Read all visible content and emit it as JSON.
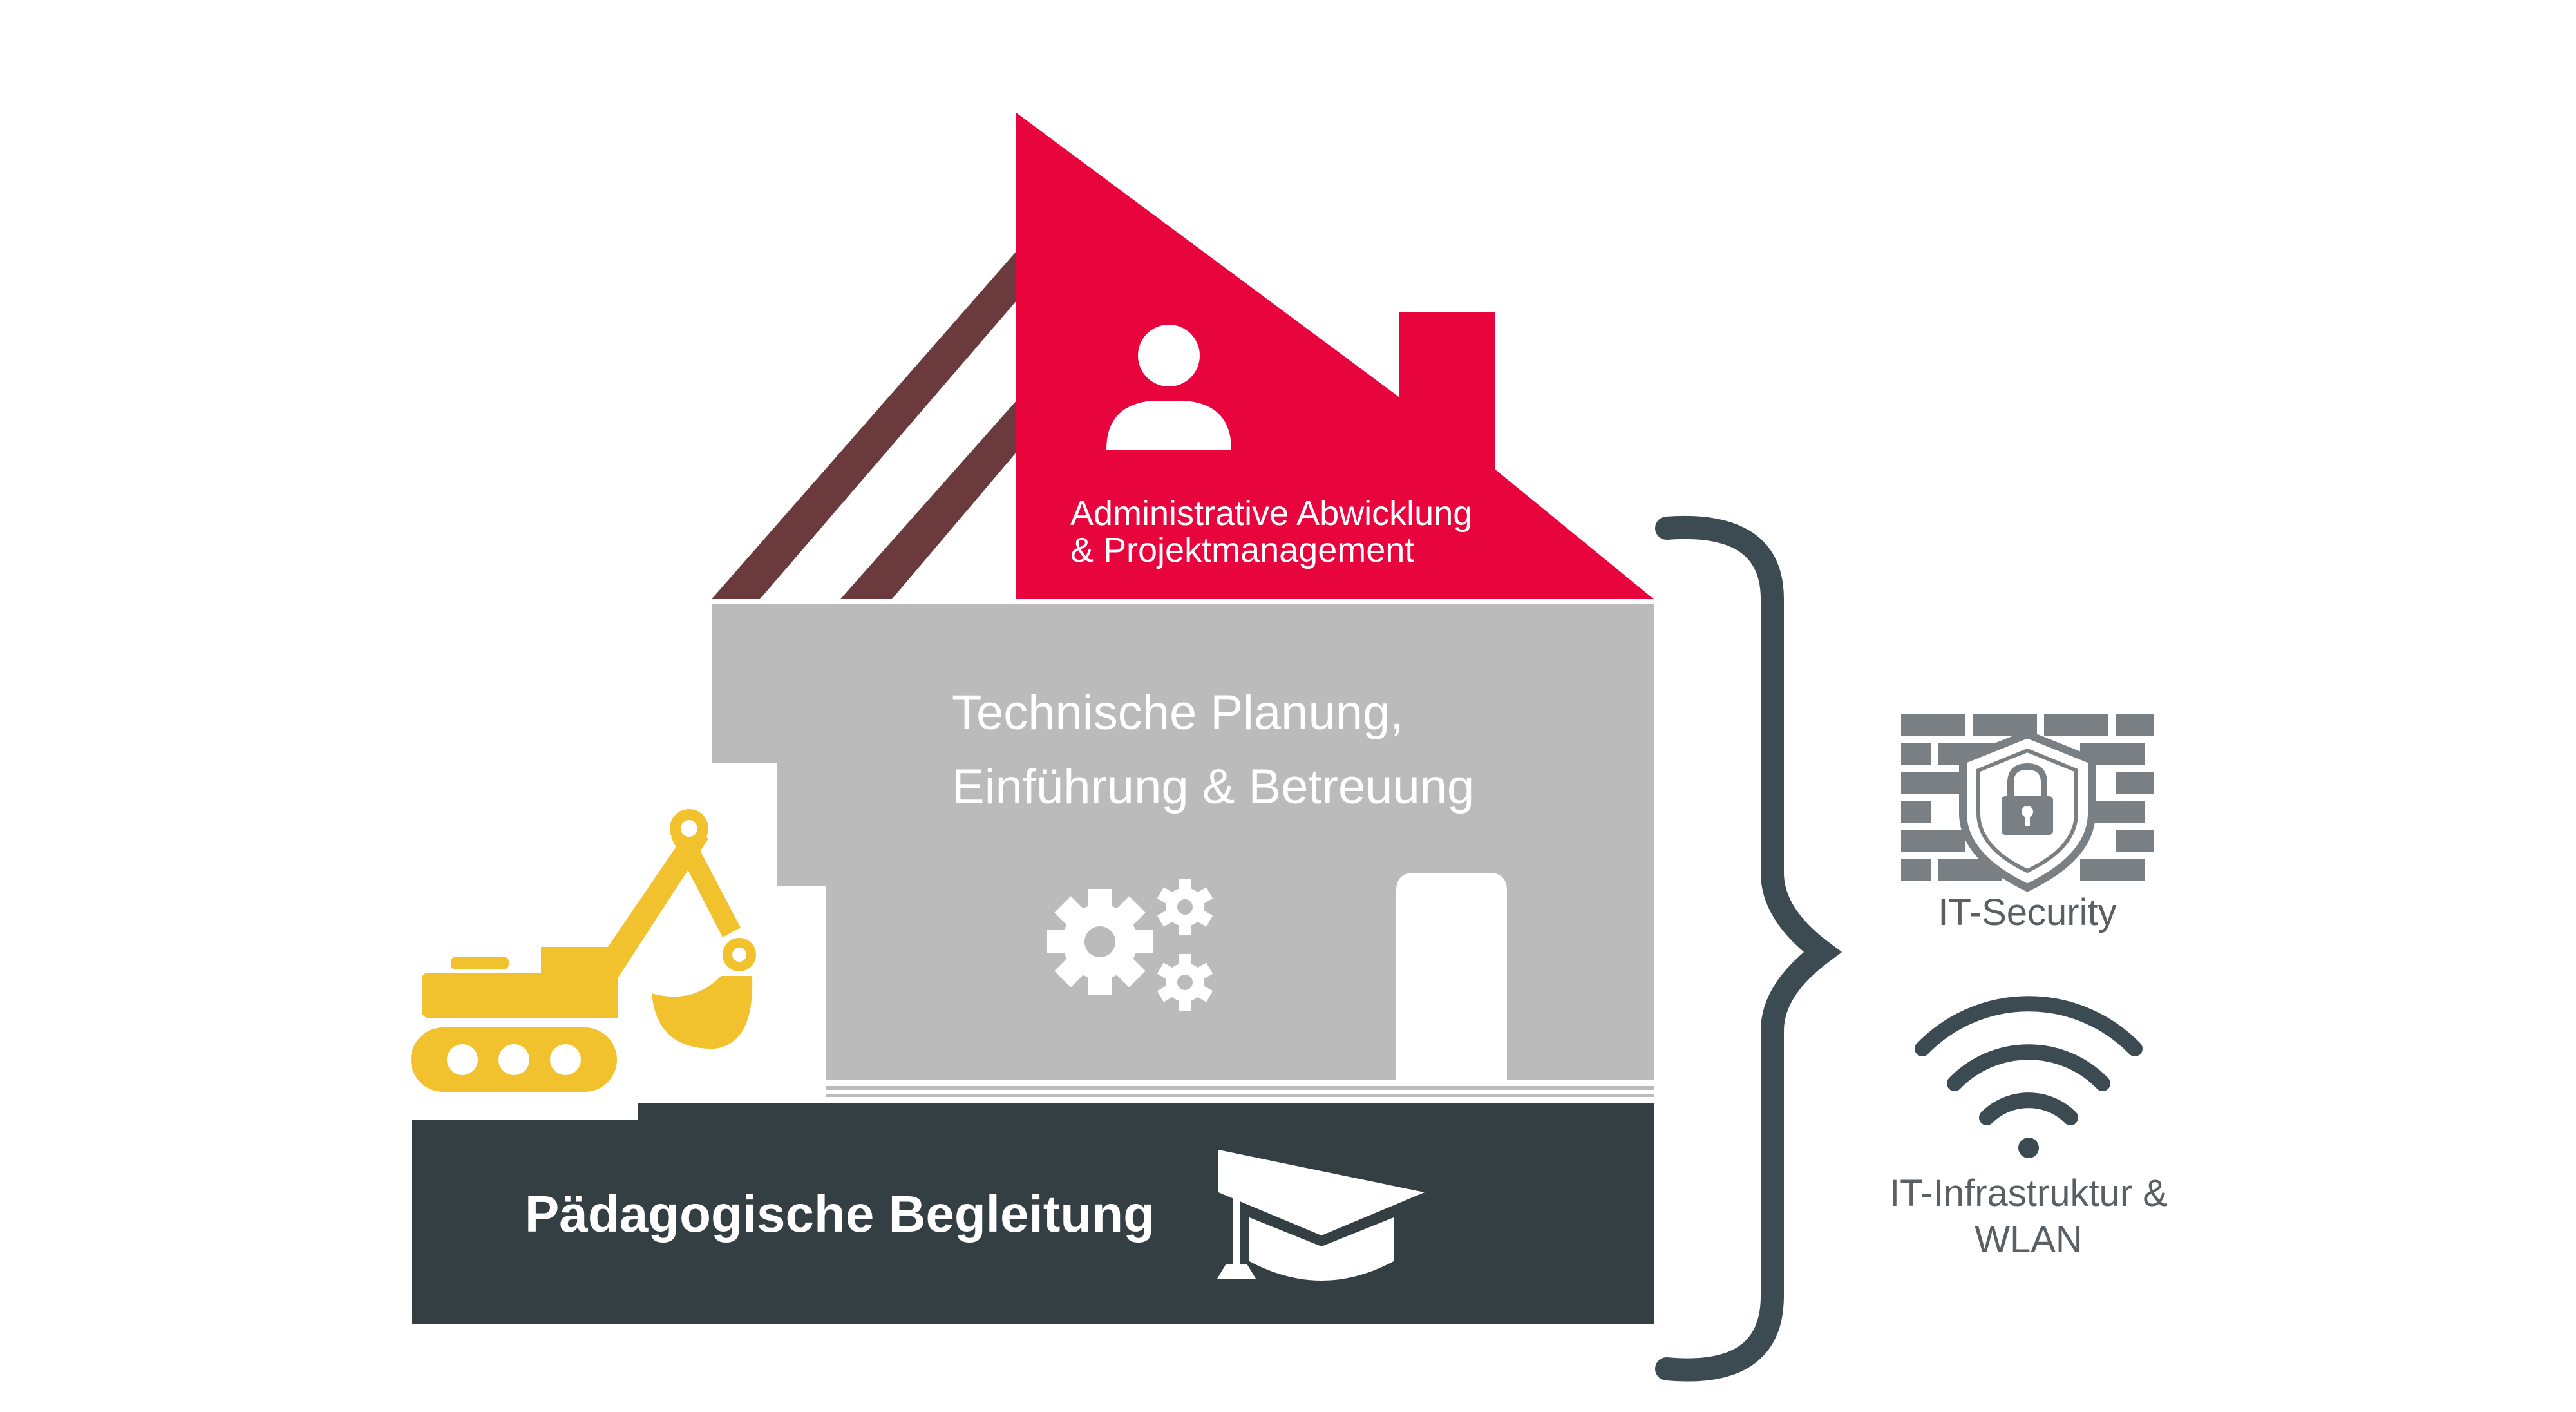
{
  "roof": {
    "label_line1": "Administrative Abwicklung",
    "label_line2": "& Projektmanagement",
    "icon": "user-icon"
  },
  "building": {
    "label_line1": "Technische Planung,",
    "label_line2": "Einführung & Betreuung",
    "icon": "gears-icon"
  },
  "foundation": {
    "label": "Pädagogische Begleitung",
    "icon": "graduation-cap-icon"
  },
  "side_items": [
    {
      "label_line1": "IT-Security",
      "icon": "firewall-shield-icon"
    },
    {
      "label_line1": "IT-Infrastruktur &",
      "label_line2": "WLAN",
      "icon": "wifi-icon"
    }
  ],
  "decor": {
    "left_icon": "excavator-icon",
    "bracket": "curly-brace"
  },
  "colors": {
    "roof": "#e8053d",
    "roof_beams": "#6b3a3c",
    "building": "#bbbbbb",
    "foundation": "#343f44",
    "excavator": "#f2c12e",
    "icons": "#7a7f83",
    "bracket": "#3c4a52",
    "text_dark": "#5a5f63"
  }
}
